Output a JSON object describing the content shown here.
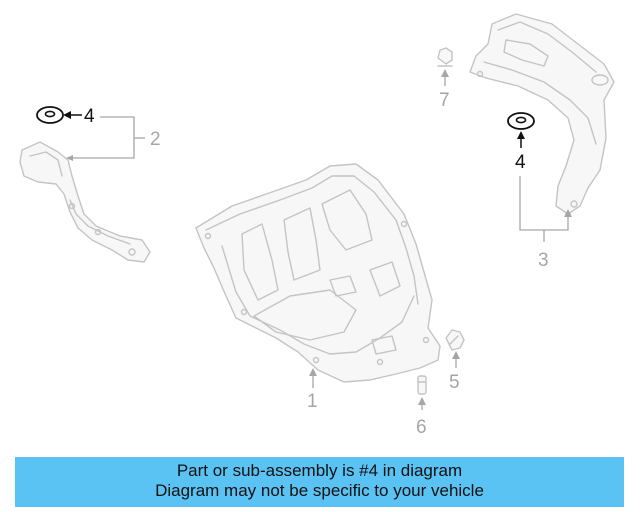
{
  "callouts": {
    "c1": "1",
    "c2": "2",
    "c3": "3",
    "c4_left": "4",
    "c4_right": "4",
    "c5": "5",
    "c6": "6",
    "c7": "7"
  },
  "banner": {
    "line1": "Part or sub-assembly is #4 in diagram",
    "line2": "Diagram may not be specific to your vehicle",
    "background": "#5bc3f4"
  },
  "colors": {
    "highlight_part": "#111111",
    "other_parts": "#c4c4c4",
    "callout_gray": "#a6a6a6"
  }
}
